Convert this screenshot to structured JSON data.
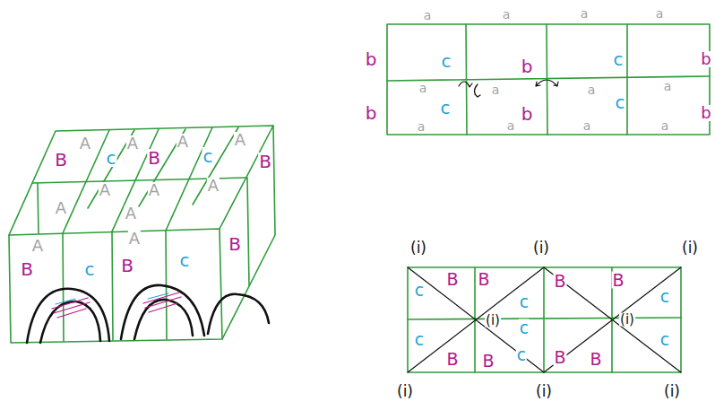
{
  "diagram": {
    "labels": [
      "B",
      "A",
      "c",
      "A",
      "B",
      "A",
      "c",
      "A",
      "B",
      "A",
      "A",
      "A",
      "A",
      "A",
      "A",
      "B",
      "c",
      "A",
      "B",
      "c",
      "B",
      "a",
      "a",
      "a",
      "a",
      "b",
      "c",
      "b",
      "c",
      "b",
      "a",
      "a",
      "a",
      "a",
      "b",
      "c",
      "b",
      "c",
      "b",
      "a",
      "a",
      "a",
      "a",
      "(i)",
      "(i)",
      "(i)",
      "c",
      "B",
      "B",
      "c",
      "(i)",
      "B",
      "B",
      "c",
      "(i)",
      "c",
      "c",
      "c",
      "B",
      "B",
      "B",
      "B",
      "c",
      "(i)",
      "(i)",
      "(i)"
    ]
  }
}
